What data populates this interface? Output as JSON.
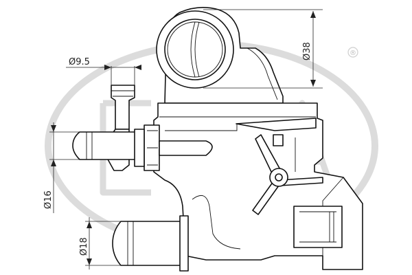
{
  "diagram": {
    "dimensions": {
      "d38": "Ø38",
      "d9_5": "Ø9.5",
      "d16": "Ø16",
      "d18": "Ø18"
    },
    "watermark": {
      "brand_text": "ERA",
      "registered_mark": "®"
    },
    "colors": {
      "line": "#111111",
      "watermark": "#dcdcdc",
      "background": "#ffffff"
    }
  }
}
